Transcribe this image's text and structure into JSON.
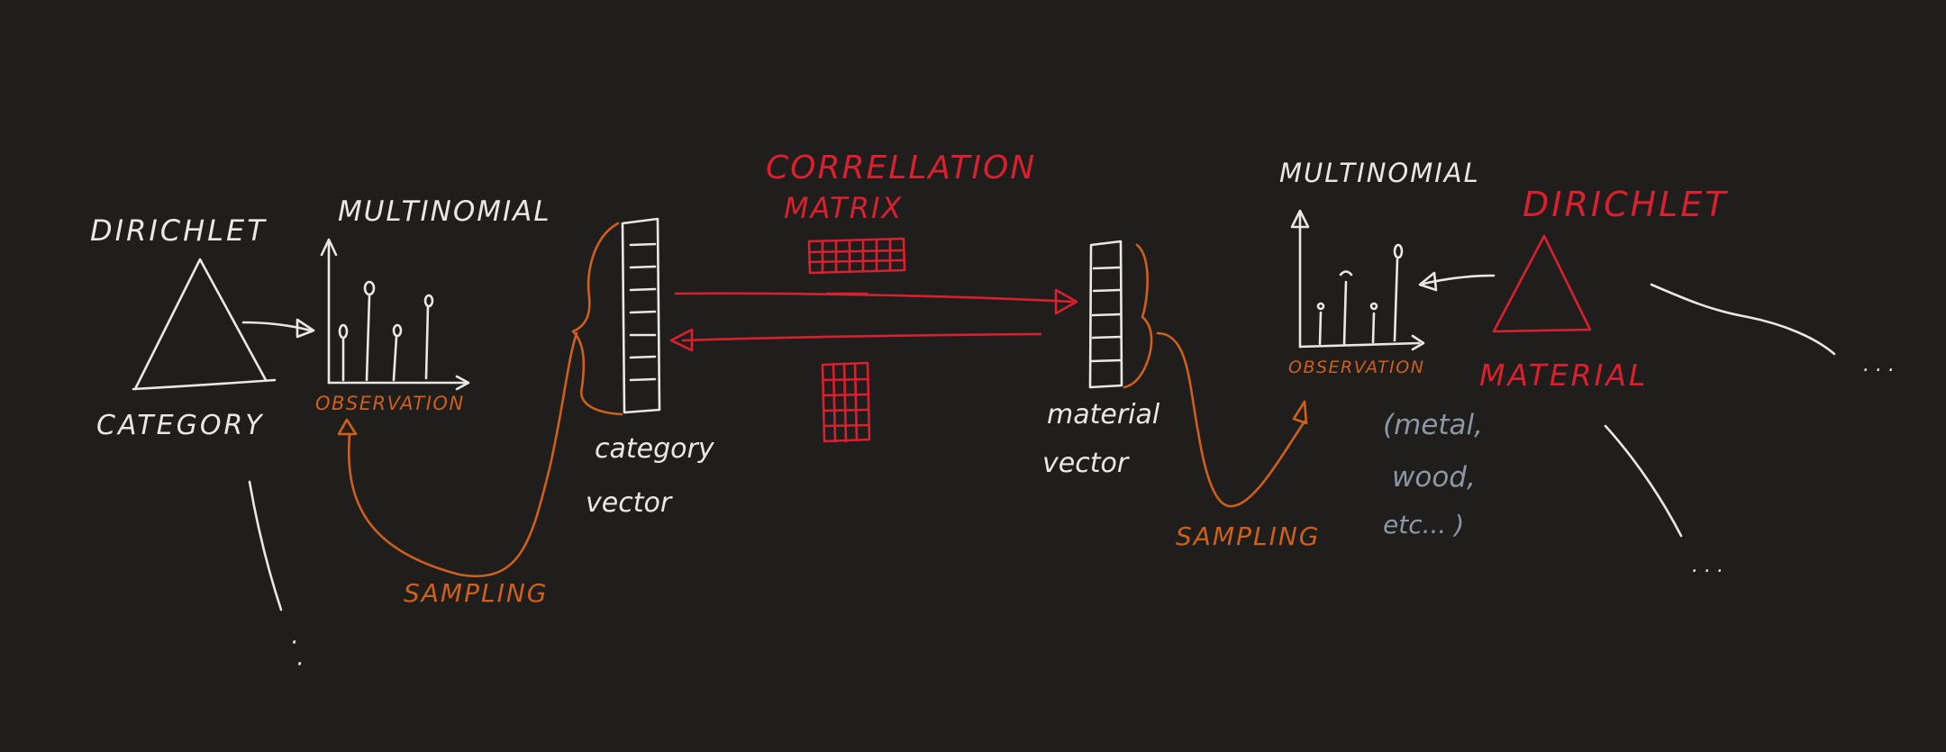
{
  "diagram": {
    "left": {
      "dirichlet": "DIRICHLET",
      "category": "CATEGORY",
      "multinomial": "MULTINOMIAL",
      "observation": "OBSERVATION",
      "sampling": "SAMPLING",
      "vector_word1": "category",
      "vector_word2": "vector"
    },
    "center": {
      "correlation": "CORRELLATION",
      "matrix": "MATRIX"
    },
    "right": {
      "vector_word1": "material",
      "vector_word2": "vector",
      "sampling": "SAMPLING",
      "multinomial": "MULTINOMIAL",
      "observation": "OBSERVATION",
      "dirichlet": "DIRICHLET",
      "material": "MATERIAL",
      "examples": [
        "(metal,",
        "wood,",
        "etc... )"
      ]
    },
    "ellipsis": ". . ."
  },
  "colors": {
    "background": "#1f1e1d",
    "white": "#e8e8e6",
    "orange": "#cf5f1c",
    "red": "#d9202e",
    "gray": "#8d96a3"
  }
}
